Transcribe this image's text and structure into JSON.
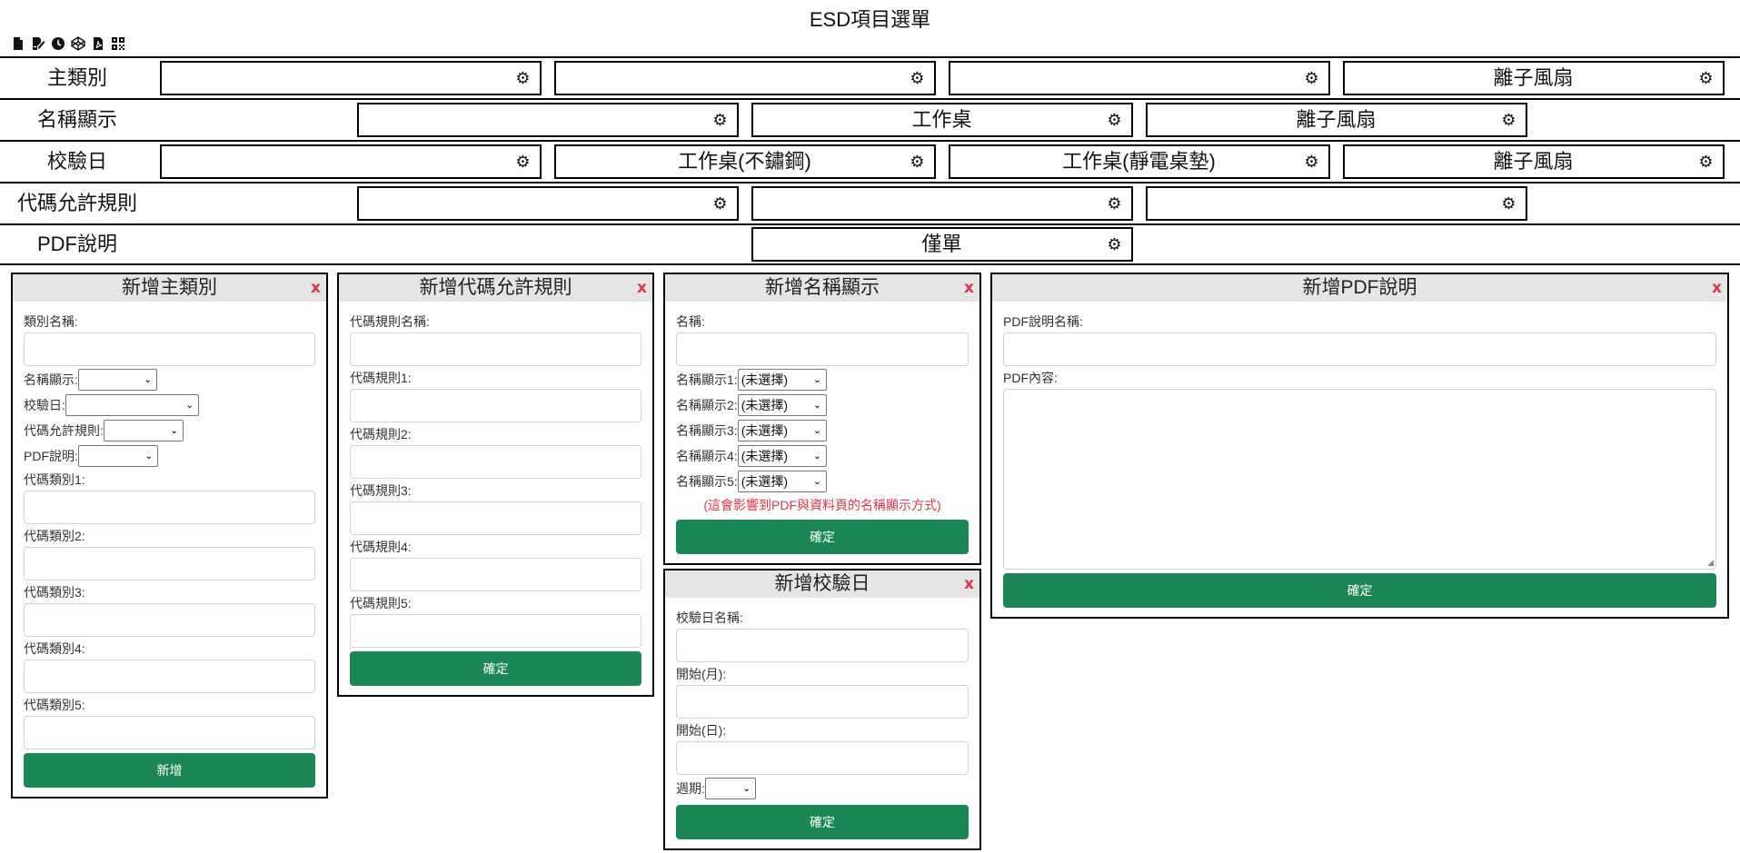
{
  "page": {
    "title": "ESD項目選單"
  },
  "toolbar": [
    {
      "icon": "file-icon"
    },
    {
      "icon": "file-signature-icon"
    },
    {
      "icon": "clock-icon"
    },
    {
      "icon": "codepen-icon"
    },
    {
      "icon": "file-pdf-icon"
    },
    {
      "icon": "qrcode-icon"
    }
  ],
  "sections": [
    {
      "title": "主類別",
      "cards": [
        {
          "title": ""
        },
        {
          "title": ""
        },
        {
          "title": ""
        },
        {
          "title": "離子風扇"
        }
      ]
    },
    {
      "title": "名稱顯示",
      "cards": [
        {
          "title": ""
        },
        {
          "title": "工作桌"
        },
        {
          "title": "離子風扇"
        }
      ]
    },
    {
      "title": "校驗日",
      "cards": [
        {
          "title": ""
        },
        {
          "title": "工作桌(不鏽鋼)"
        },
        {
          "title": "工作桌(靜電桌墊)"
        },
        {
          "title": "離子風扇"
        }
      ]
    },
    {
      "title": "代碼允許規則",
      "cards": [
        {
          "title": ""
        },
        {
          "title": ""
        },
        {
          "title": ""
        }
      ]
    },
    {
      "title": "PDF說明",
      "cards": [
        {
          "title": "僅單"
        }
      ]
    }
  ],
  "modals": {
    "main_category": {
      "title": "新增主類別",
      "close": "x",
      "name_label": "類別名稱:",
      "selects": [
        {
          "label": "名稱顯示:",
          "value": ""
        },
        {
          "label": "校驗日:",
          "value": ""
        },
        {
          "label": "代碼允許規則:",
          "value": ""
        },
        {
          "label": "PDF說明:",
          "value": ""
        }
      ],
      "code_labels": [
        "代碼類別1:",
        "代碼類別2:",
        "代碼類別3:",
        "代碼類別4:",
        "代碼類別5:"
      ],
      "submit": "新增"
    },
    "name_display": {
      "title": "新增名稱顯示",
      "close": "x",
      "name_label": "名稱:",
      "selects": [
        {
          "label": "名稱顯示1:",
          "value": "(未選擇)"
        },
        {
          "label": "名稱顯示2:",
          "value": "(未選擇)"
        },
        {
          "label": "名稱顯示3:",
          "value": "(未選擇)"
        },
        {
          "label": "名稱顯示4:",
          "value": "(未選擇)"
        },
        {
          "label": "名稱顯示5:",
          "value": "(未選擇)"
        }
      ],
      "note": "(這會影響到PDF與資料頁的名稱顯示方式)",
      "submit": "確定"
    },
    "calibration": {
      "title": "新增校驗日",
      "close": "x",
      "labels": [
        "校驗日名稱:",
        "開始(月):",
        "開始(日):"
      ],
      "period_label": "週期:",
      "period_value": "",
      "submit": "確定"
    },
    "code_rule": {
      "title": "新增代碼允許規則",
      "close": "x",
      "labels": [
        "代碼規則名稱:",
        "代碼規則1:",
        "代碼規則2:",
        "代碼規則3:",
        "代碼規則4:",
        "代碼規則5:"
      ],
      "submit": "確定"
    },
    "pdf_desc": {
      "title": "新增PDF說明",
      "close": "x",
      "name_label": "PDF說明名稱:",
      "content_label": "PDF內容:",
      "submit": "確定"
    }
  },
  "colors": {
    "primary": "#1a8754",
    "danger": "#dc3545",
    "modal_header": "#e5e5e5"
  }
}
